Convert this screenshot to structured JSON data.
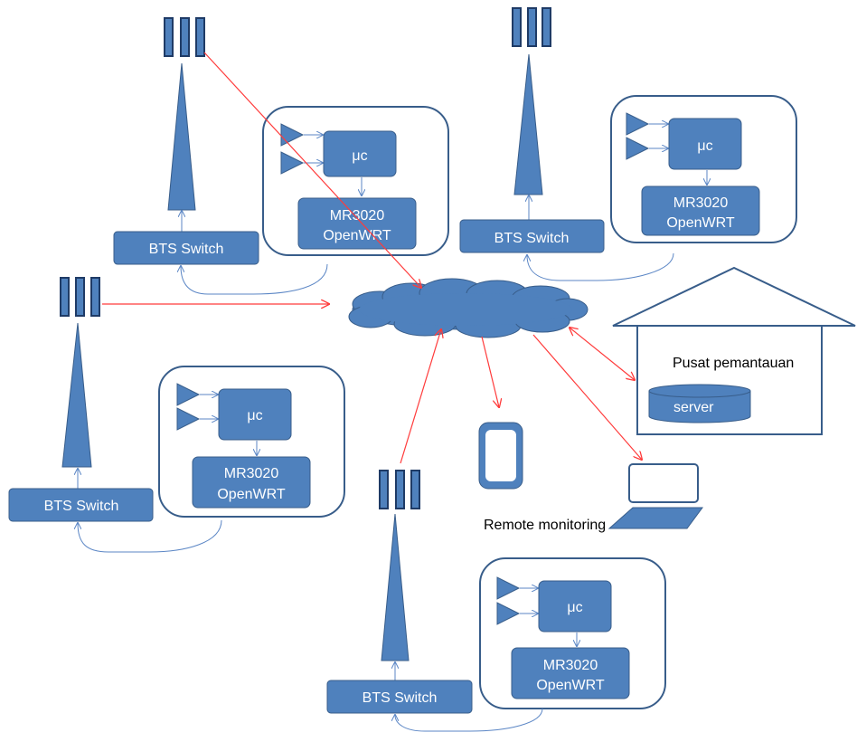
{
  "sites": [
    {
      "switch_label": "BTS Switch",
      "mc_label": "μc",
      "router_line1": "MR3020",
      "router_line2": "OpenWRT"
    },
    {
      "switch_label": "BTS Switch",
      "mc_label": "μc",
      "router_line1": "MR3020",
      "router_line2": "OpenWRT"
    },
    {
      "switch_label": "BTS Switch",
      "mc_label": "μc",
      "router_line1": "MR3020",
      "router_line2": "OpenWRT"
    },
    {
      "switch_label": "BTS Switch",
      "mc_label": "μc",
      "router_line1": "MR3020",
      "router_line2": "OpenWRT"
    }
  ],
  "monitoring_center": {
    "label": "Pusat pemantauan",
    "server_label": "server"
  },
  "remote": {
    "label": "Remote monitoring"
  },
  "colors": {
    "fill": "#4f81bd",
    "stroke": "#385d8a",
    "frame": "#385d8a",
    "link": "#ff3b3b"
  },
  "icons": {
    "tower": "bts-tower-icon",
    "antenna": "antenna-array-icon",
    "cloud": "cloud-icon",
    "sensor": "sensor-triangle-icon",
    "server": "server-cylinder-icon",
    "house": "house-icon",
    "phone": "mobile-device-icon",
    "laptop": "laptop-icon"
  }
}
